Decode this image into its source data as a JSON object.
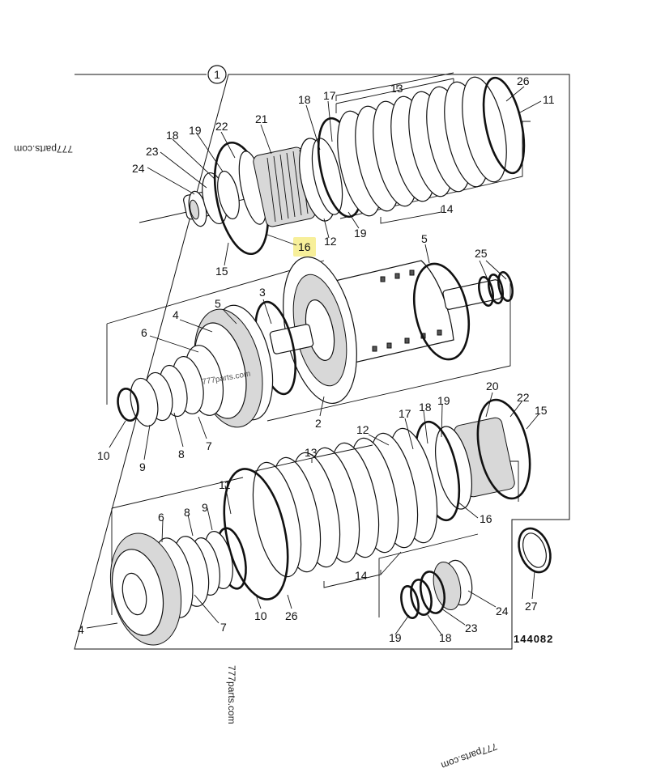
{
  "assembly_number": "1",
  "reference_code": "144082",
  "watermarks": [
    "777parts.com",
    "777parts.com",
    "777parts.com",
    "777parts.com"
  ],
  "highlight_color": "#f7ef9a",
  "labels": {
    "top_group": [
      "24",
      "23",
      "18",
      "19",
      "22",
      "21",
      "18",
      "17",
      "13",
      "26",
      "11",
      "15",
      "16",
      "12",
      "19",
      "14"
    ],
    "middle_group": [
      "5",
      "25",
      "3",
      "5",
      "4",
      "6",
      "10",
      "9",
      "8",
      "7",
      "2"
    ],
    "bottom_group": [
      "20",
      "22",
      "15",
      "17",
      "18",
      "19",
      "12",
      "13",
      "16",
      "11",
      "9",
      "8",
      "6",
      "14",
      "10",
      "26",
      "7",
      "4",
      "24",
      "23",
      "19",
      "18",
      "27"
    ]
  }
}
